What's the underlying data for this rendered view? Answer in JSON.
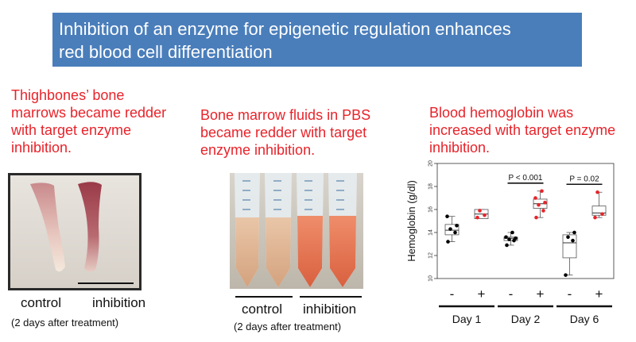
{
  "banner": {
    "line1": "Inhibition of an enzyme for epigenetic regulation enhances",
    "line2": "red blood cell differentiation"
  },
  "panel_bone": {
    "caption": [
      "Thighbones’ bone",
      "marrows became redder",
      "with target enzyme",
      "inhibition."
    ],
    "label_control": "control",
    "label_inhibition": "inhibition",
    "note": "(2 days after treatment)"
  },
  "panel_tubes": {
    "caption": [
      "Bone marrow fluids in PBS",
      "became redder with target",
      "enzyme inhibition."
    ],
    "label_control": "control",
    "label_inhibition": "inhibition",
    "note": "(2 days after treatment)"
  },
  "panel_chart": {
    "caption": [
      "Blood hemoglobin was",
      "increased with target enzyme",
      "inhibition."
    ]
  },
  "chart_data": {
    "type": "box",
    "ylabel": "Hemoglobin (g/dl)",
    "ylim": [
      10,
      20
    ],
    "yticks": [
      "10",
      "12",
      "14",
      "16",
      "18",
      "20"
    ],
    "groups": [
      "Day 1",
      "Day 2",
      "Day 6"
    ],
    "conditions": [
      "-",
      "+"
    ],
    "colors": {
      "control": "#000000",
      "inhibition": "#e8232a"
    },
    "significance": [
      {
        "group": "Day 2",
        "label": "P < 0.001"
      },
      {
        "group": "Day 6",
        "label": "P = 0.02"
      }
    ],
    "boxes": [
      {
        "group": "Day 1",
        "condition": "-",
        "whisker_low": 13.2,
        "q1": 13.8,
        "median": 14.2,
        "q3": 14.7,
        "whisker_high": 15.4,
        "points": [
          13.2,
          14.0,
          14.3,
          14.6,
          15.4
        ]
      },
      {
        "group": "Day 1",
        "condition": "+",
        "whisker_low": 15.2,
        "q1": 15.2,
        "median": 15.6,
        "q3": 16.0,
        "whisker_high": 16.0,
        "points": [
          15.3,
          15.5,
          15.9
        ]
      },
      {
        "group": "Day 2",
        "condition": "-",
        "whisker_low": 12.9,
        "q1": 13.3,
        "median": 13.5,
        "q3": 13.6,
        "whisker_high": 14.0,
        "points": [
          12.9,
          13.3,
          13.4,
          13.5,
          13.6,
          14.0
        ]
      },
      {
        "group": "Day 2",
        "condition": "+",
        "whisker_low": 15.3,
        "q1": 16.1,
        "median": 16.5,
        "q3": 16.9,
        "whisker_high": 17.6,
        "points": [
          15.3,
          15.9,
          16.4,
          16.6,
          17.0,
          17.6
        ]
      },
      {
        "group": "Day 6",
        "condition": "-",
        "whisker_low": 10.3,
        "q1": 11.8,
        "median": 13.1,
        "q3": 13.8,
        "whisker_high": 14.0,
        "points": [
          10.3,
          13.3,
          13.6,
          14.0
        ]
      },
      {
        "group": "Day 6",
        "condition": "+",
        "whisker_low": 15.3,
        "q1": 15.5,
        "median": 15.7,
        "q3": 16.3,
        "whisker_high": 17.5,
        "points": [
          15.3,
          15.6,
          17.5
        ]
      }
    ]
  }
}
